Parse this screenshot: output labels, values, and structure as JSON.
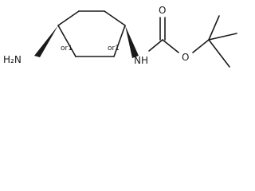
{
  "molecule": {
    "atoms": {
      "nh2_left": "H₂N",
      "nh_amide": "NH",
      "o_carbonyl": "O",
      "o_ester": "O"
    },
    "stereo_labels": {
      "left": "or1",
      "right": "or1"
    }
  }
}
